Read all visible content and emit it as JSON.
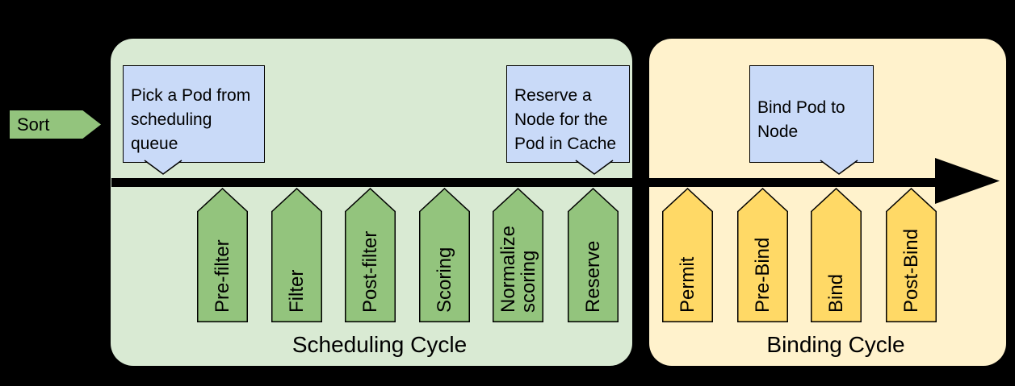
{
  "colors": {
    "background": "#000000",
    "panel_green": "#d9ead3",
    "panel_yellow": "#fff2cc",
    "step_green": "#93c47d",
    "step_yellow": "#ffd966",
    "callout_blue": "#c9daf8",
    "outline": "#000000",
    "timeline": "#000000"
  },
  "sort_arrow": {
    "label": "Sort"
  },
  "timeline": {
    "direction": "right"
  },
  "scheduling_cycle": {
    "title": "Scheduling Cycle",
    "steps": [
      {
        "label": "Pre-filter"
      },
      {
        "label": "Filter"
      },
      {
        "label": "Post-filter"
      },
      {
        "label": "Scoring"
      },
      {
        "label": "Normalize scoring"
      },
      {
        "label": "Reserve"
      }
    ]
  },
  "binding_cycle": {
    "title": "Binding Cycle",
    "steps": [
      {
        "label": "Permit"
      },
      {
        "label": "Pre-Bind"
      },
      {
        "label": "Bind"
      },
      {
        "label": "Post-Bind"
      }
    ]
  },
  "callouts": [
    {
      "text": "Pick a Pod from\nscheduling\nqueue"
    },
    {
      "text": "Reserve a\nNode for the\nPod in Cache"
    },
    {
      "text": "Bind Pod to\nNode"
    }
  ]
}
